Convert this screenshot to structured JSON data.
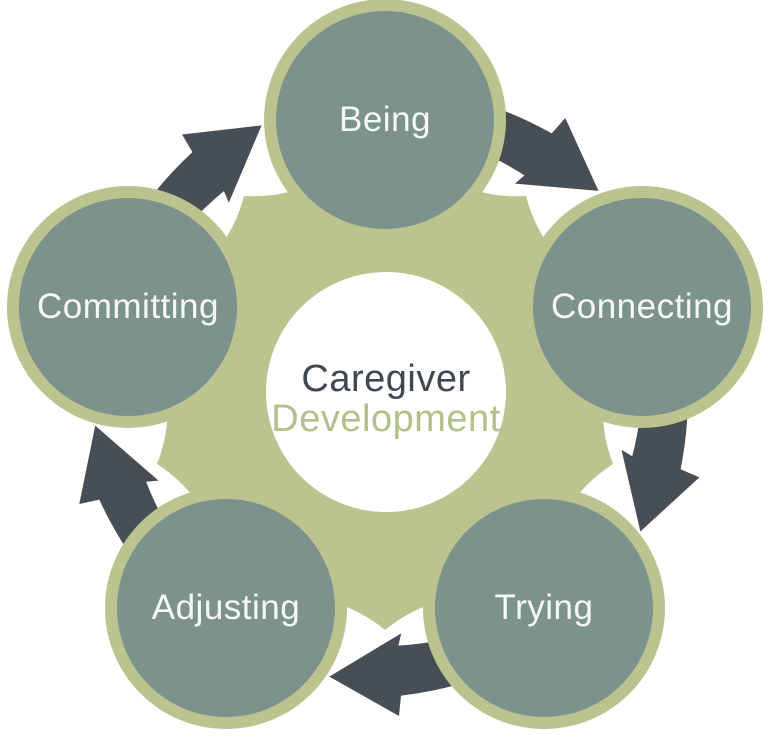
{
  "diagram": {
    "center": {
      "title_line1": "Caregiver",
      "title_line2": "Development"
    },
    "stages": [
      {
        "label": "Being"
      },
      {
        "label": "Connecting"
      },
      {
        "label": "Trying"
      },
      {
        "label": "Adjusting"
      },
      {
        "label": "Committing"
      }
    ],
    "flow_direction": "clockwise"
  },
  "colors": {
    "stage_circle": "#7E928D",
    "ring_and_blob": "#BBC48F",
    "arrow": "#474E55",
    "title_dark": "#3F474F",
    "title_green": "#B2C189",
    "stage_label": "#F6F8F4",
    "center_circle": "#FFFFFF",
    "background": "#FFFFFF"
  }
}
